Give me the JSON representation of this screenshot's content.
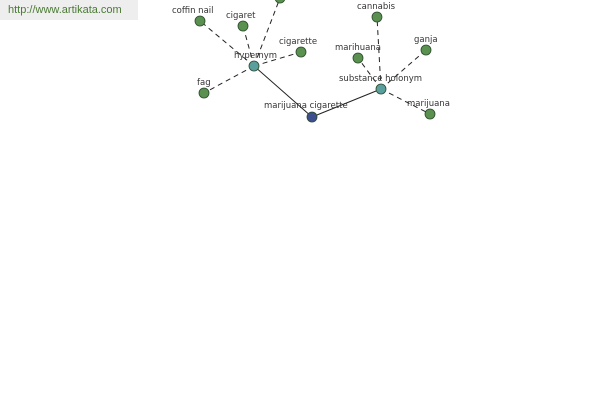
{
  "source_url": "http://www.artikata.com",
  "colors": {
    "word": "#5a9150",
    "relation": "#5b9e9e",
    "root": "#3e4f8f",
    "stroke": "#2a4a2a"
  },
  "graph": {
    "root": {
      "id": "root",
      "label": "marijuana cigarette",
      "kind": "root"
    },
    "relations": [
      {
        "id": "hypernym",
        "label": "hypernym",
        "kind": "relation",
        "words": [
          {
            "id": "coffin-nail",
            "label": "coffin nail",
            "kind": "word"
          },
          {
            "id": "cigaret",
            "label": "cigaret",
            "kind": "word"
          },
          {
            "id": "offscreen",
            "label": "",
            "kind": "word"
          },
          {
            "id": "cigarette",
            "label": "cigarette",
            "kind": "word"
          },
          {
            "id": "fag",
            "label": "fag",
            "kind": "word"
          }
        ]
      },
      {
        "id": "substance-holonym",
        "label": "substance holonym",
        "kind": "relation",
        "words": [
          {
            "id": "cannabis",
            "label": "cannabis",
            "kind": "word"
          },
          {
            "id": "marihuana",
            "label": "marihuana",
            "kind": "word"
          },
          {
            "id": "ganja",
            "label": "ganja",
            "kind": "word"
          },
          {
            "id": "marijuana",
            "label": "marijuana",
            "kind": "word"
          }
        ]
      }
    ]
  }
}
